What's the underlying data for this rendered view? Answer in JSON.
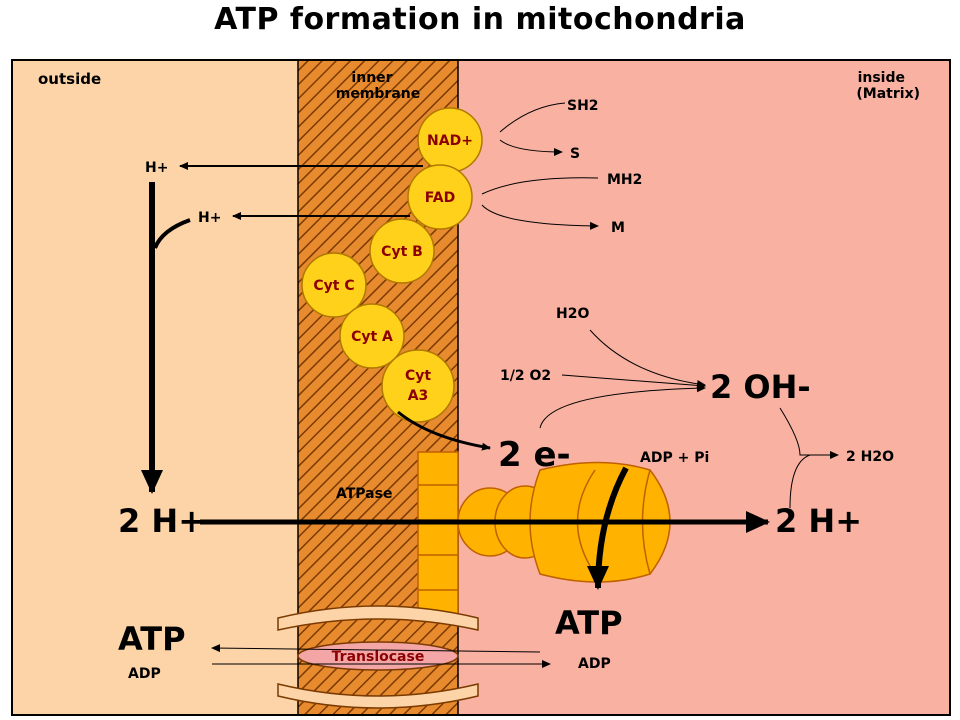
{
  "title": "ATP formation in mitochondria",
  "regions": {
    "outside": "outside",
    "inner_line1": "inner",
    "inner_line2": "membrane",
    "inside_line1": "inside",
    "inside_line2": "(Matrix)"
  },
  "enzymes": {
    "nad": "NAD+",
    "fad": "FAD",
    "cyt_b": "Cyt B",
    "cyt_c": "Cyt C",
    "cyt_a": "Cyt A",
    "cyt_a3_line1": "Cyt",
    "cyt_a3_line2": "A3",
    "atpase": "ATPase",
    "translocase": "Translocase"
  },
  "substrates": {
    "sh2": "SH2",
    "s": "S",
    "mh2": "MH2",
    "m": "M",
    "h2o": "H2O",
    "half_o2": "1/2 O2",
    "two_oh": "2 OH-",
    "two_e": "2 e-",
    "two_h2o": "2 H2O",
    "adp_pi": "ADP + Pi"
  },
  "protons": {
    "h_plus": "H+",
    "two_h_left": "2 H+",
    "two_h_right": "2 H+"
  },
  "transport": {
    "atp_left": "ATP",
    "adp_left": "ADP",
    "atp_right": "ATP",
    "adp_right": "ADP"
  },
  "colors": {
    "outside_fill": "#fdd4a8",
    "matrix_fill": "#f9b1a1",
    "membrane_fill": "#e88a2e",
    "enzyme_fill": "#ffd11a",
    "atpase_fill": "#ffb300",
    "translocase_fill": "#f4a6a6"
  }
}
